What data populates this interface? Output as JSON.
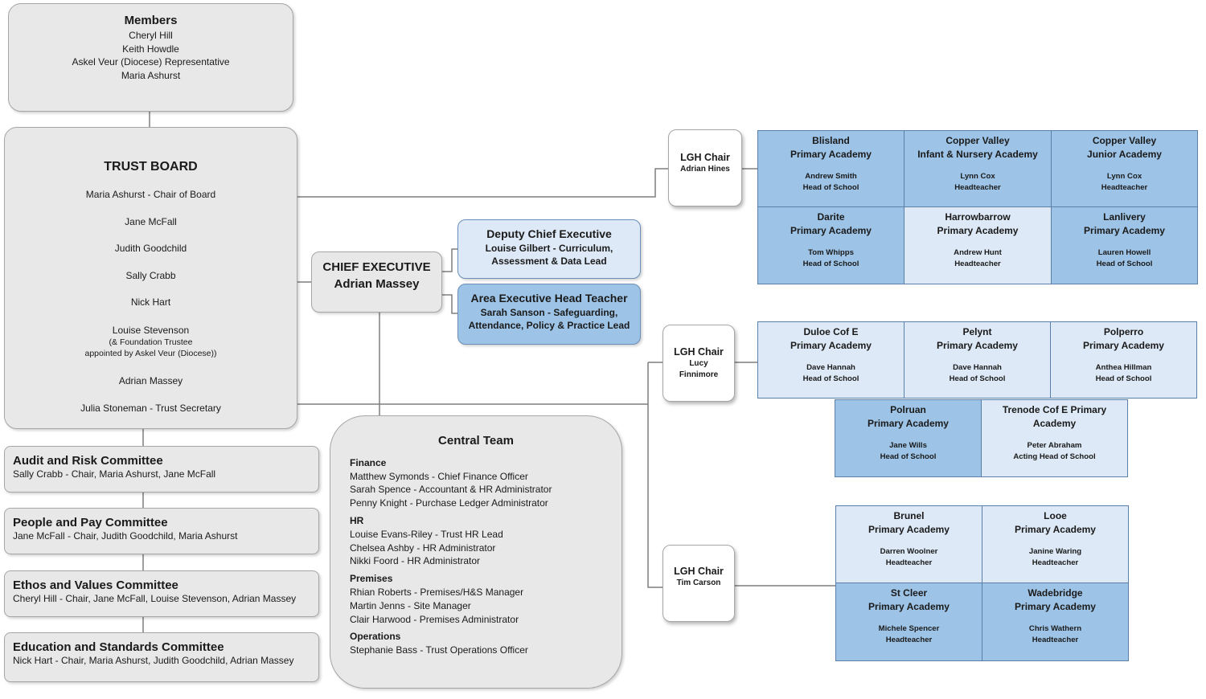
{
  "members": {
    "title": "Members",
    "names": [
      "Cheryl Hill",
      "Keith Howdle",
      "Askel Veur (Diocese) Representative",
      "Maria Ashurst"
    ]
  },
  "trust_board": {
    "title": "TRUST BOARD",
    "members": [
      "Maria Ashurst - Chair of Board",
      "Jane McFall",
      "Judith Goodchild",
      "Sally Crabb",
      "Nick Hart"
    ],
    "foundation": {
      "name": "Louise Stevenson",
      "note1": "(& Foundation Trustee",
      "note2": "appointed by Askel Veur (Diocese))"
    },
    "members_after": [
      "Adrian Massey",
      "Julia Stoneman - Trust Secretary"
    ]
  },
  "committees": [
    {
      "title": "Audit and Risk Committee",
      "members": "Sally Crabb - Chair, Maria Ashurst, Jane McFall"
    },
    {
      "title": "People and Pay Committee",
      "members": "Jane McFall - Chair, Judith Goodchild, Maria Ashurst"
    },
    {
      "title": "Ethos and Values Committee",
      "members": "Cheryl Hill - Chair, Jane McFall, Louise Stevenson, Adrian Massey"
    },
    {
      "title": "Education and Standards Committee",
      "members": "Nick Hart - Chair, Maria Ashurst, Judith Goodchild, Adrian Massey"
    }
  ],
  "ceo": {
    "title": "CHIEF EXECUTIVE",
    "name": "Adrian Massey"
  },
  "deputy": {
    "title": "Deputy Chief Executive",
    "line1": "Louise Gilbert - Curriculum,",
    "line2": "Assessment & Data Lead"
  },
  "area_head": {
    "title": "Area Executive Head Teacher",
    "line1": "Sarah Sanson - Safeguarding,",
    "line2": "Attendance, Policy & Practice Lead"
  },
  "central_team": {
    "title": "Central Team",
    "sections": [
      {
        "name": "Finance",
        "items": [
          "Matthew Symonds - Chief Finance Officer",
          "Sarah Spence - Accountant & HR Administrator",
          "Penny Knight - Purchase Ledger Administrator"
        ]
      },
      {
        "name": "HR",
        "items": [
          "Louise Evans-Riley - Trust HR Lead",
          "Chelsea Ashby - HR Administrator",
          "Nikki Foord - HR Administrator"
        ]
      },
      {
        "name": "Premises",
        "items": [
          "Rhian Roberts - Premises/H&S Manager",
          "Martin Jenns - Site Manager",
          "Clair Harwood - Premises Administrator"
        ]
      },
      {
        "name": "Operations",
        "items": [
          "Stephanie Bass - Trust Operations Officer"
        ]
      }
    ]
  },
  "lgh": [
    {
      "title": "LGH Chair",
      "name1": "Adrian Hines",
      "name2": ""
    },
    {
      "title": "LGH Chair",
      "name1": "Lucy",
      "name2": "Finnimore"
    },
    {
      "title": "LGH Chair",
      "name1": "Tim Carson",
      "name2": ""
    }
  ],
  "schools": [
    {
      "line1": "Blisland",
      "line2": "Primary Academy",
      "head": "Andrew Smith",
      "role": "Head of School",
      "shade": "dark"
    },
    {
      "line1": "Copper Valley",
      "line2": "Infant & Nursery Academy",
      "head": "Lynn Cox",
      "role": "Headteacher",
      "shade": "dark"
    },
    {
      "line1": "Copper Valley",
      "line2": "Junior Academy",
      "head": "Lynn Cox",
      "role": "Headteacher",
      "shade": "dark"
    },
    {
      "line1": "Darite",
      "line2": "Primary Academy",
      "head": "Tom Whipps",
      "role": "Head of School",
      "shade": "dark"
    },
    {
      "line1": "Harrowbarrow",
      "line2": "Primary Academy",
      "head": "Andrew Hunt",
      "role": "Headteacher",
      "shade": "light"
    },
    {
      "line1": "Lanlivery",
      "line2": "Primary Academy",
      "head": "Lauren Howell",
      "role": "Head of School",
      "shade": "dark"
    },
    {
      "line1": "Duloe Cof E",
      "line2": "Primary Academy",
      "head": "Dave Hannah",
      "role": "Head of School",
      "shade": "light"
    },
    {
      "line1": "Pelynt",
      "line2": "Primary Academy",
      "head": "Dave Hannah",
      "role": "Head of School",
      "shade": "light"
    },
    {
      "line1": "Polperro",
      "line2": "Primary Academy",
      "head": "Anthea Hillman",
      "role": "Head of School",
      "shade": "light"
    },
    {
      "line1": "Polruan",
      "line2": "Primary Academy",
      "head": "Jane Wills",
      "role": "Head of School",
      "shade": "dark"
    },
    {
      "line1": "Trenode Cof E Primary",
      "line2": "Academy",
      "head": "Peter Abraham",
      "role": "Acting Head of School",
      "shade": "light"
    },
    {
      "line1": "Brunel",
      "line2": "Primary Academy",
      "head": "Darren Woolner",
      "role": "Headteacher",
      "shade": "light"
    },
    {
      "line1": "Looe",
      "line2": "Primary Academy",
      "head": "Janine Waring",
      "role": "Headteacher",
      "shade": "light"
    },
    {
      "line1": "St Cleer",
      "line2": "Primary Academy",
      "head": "Michele Spencer",
      "role": "Headteacher",
      "shade": "dark"
    },
    {
      "line1": "Wadebridge",
      "line2": "Primary Academy",
      "head": "Chris Wathern",
      "role": "Headteacher",
      "shade": "dark"
    }
  ],
  "colors": {
    "gray_box": "#e8e8e8",
    "dark_blue": "#9dc3e6",
    "light_blue": "#dde9f6",
    "connector": "#7f7f7f"
  }
}
